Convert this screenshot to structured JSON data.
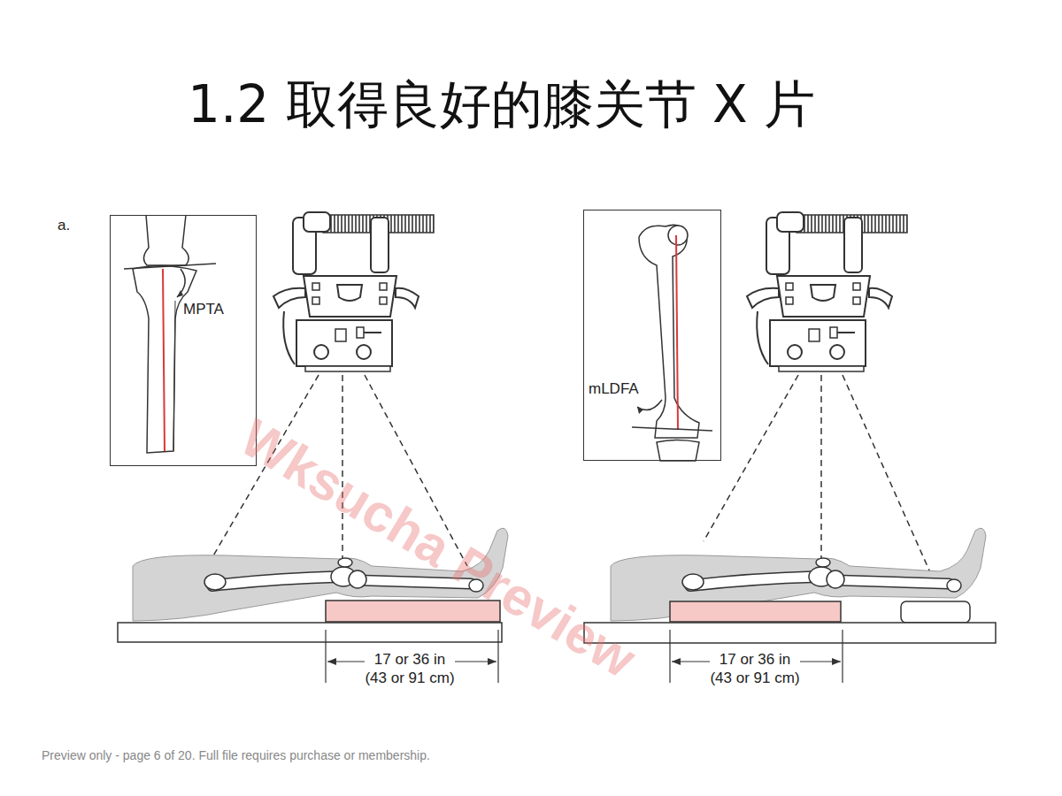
{
  "diagram": {
    "title": "1.2 取得良好的膝关节 X 片",
    "nodes": [
      {
        "text": [
          "MPTA"
        ]
      },
      {
        "text": [
          "mLDFA"
        ]
      }
    ],
    "labels": [
      "a.",
      "17 or 36 in",
      "(43 or 91 cm)",
      "17 or 36 in",
      "(43 or 91 cm)",
      "Wksucha Preview",
      "Preview only - page 6 of 20. Full file requires purchase or membership."
    ]
  }
}
